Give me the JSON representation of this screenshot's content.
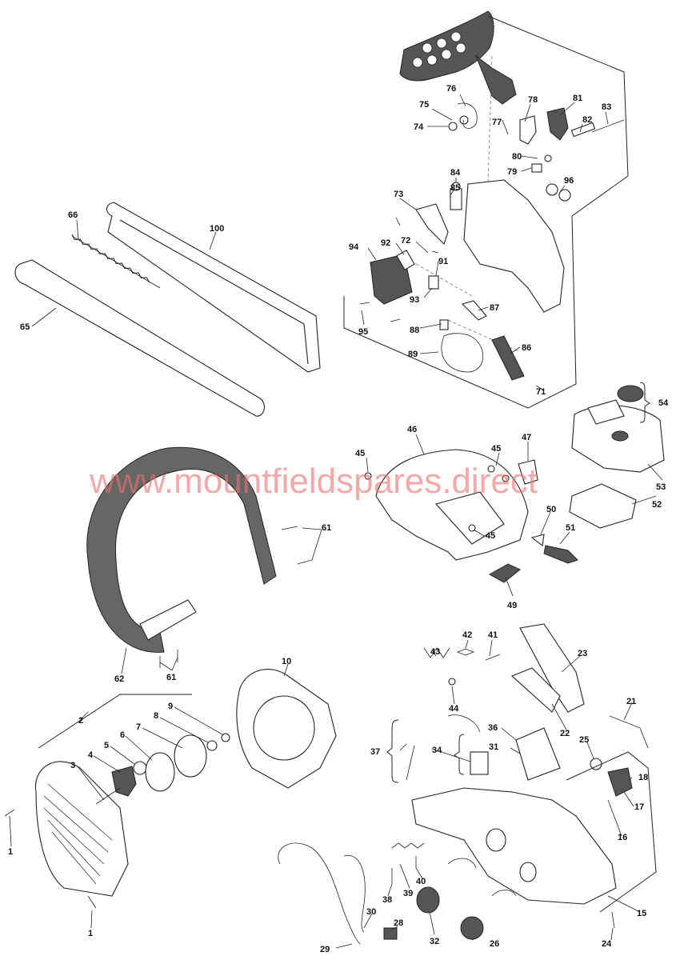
{
  "watermark": "www.mountfieldspares.direct",
  "part_numbers": {
    "p1a": "1",
    "p1b": "1",
    "p2": "2",
    "p3": "3",
    "p4": "4",
    "p5": "5",
    "p6": "6",
    "p7": "7",
    "p8": "8",
    "p9": "9",
    "p10": "10",
    "p15": "15",
    "p16": "16",
    "p17": "17",
    "p18": "18",
    "p21": "21",
    "p22": "22",
    "p23": "23",
    "p24": "24",
    "p25": "25",
    "p26": "26",
    "p28": "28",
    "p29": "29",
    "p30": "30",
    "p31": "31",
    "p32": "32",
    "p34": "34",
    "p36": "36",
    "p37": "37",
    "p38": "38",
    "p39": "39",
    "p40": "40",
    "p41": "41",
    "p42": "42",
    "p43": "43",
    "p44": "44",
    "p45a": "45",
    "p45b": "45",
    "p45c": "45",
    "p46": "46",
    "p47": "47",
    "p49": "49",
    "p50": "50",
    "p51": "51",
    "p52": "52",
    "p53": "53",
    "p54": "54",
    "p61a": "61",
    "p61b": "61",
    "p62": "62",
    "p65": "65",
    "p66": "66",
    "p71": "71",
    "p72": "72",
    "p73": "73",
    "p74": "74",
    "p75": "75",
    "p76": "76",
    "p77": "77",
    "p78": "78",
    "p79": "79",
    "p80": "80",
    "p81": "81",
    "p82": "82",
    "p83": "83",
    "p84": "84",
    "p85": "85",
    "p86": "86",
    "p87": "87",
    "p88": "88",
    "p89": "89",
    "p91": "91",
    "p92": "92",
    "p93": "93",
    "p94": "94",
    "p95": "95",
    "p96": "96",
    "p100": "100"
  }
}
